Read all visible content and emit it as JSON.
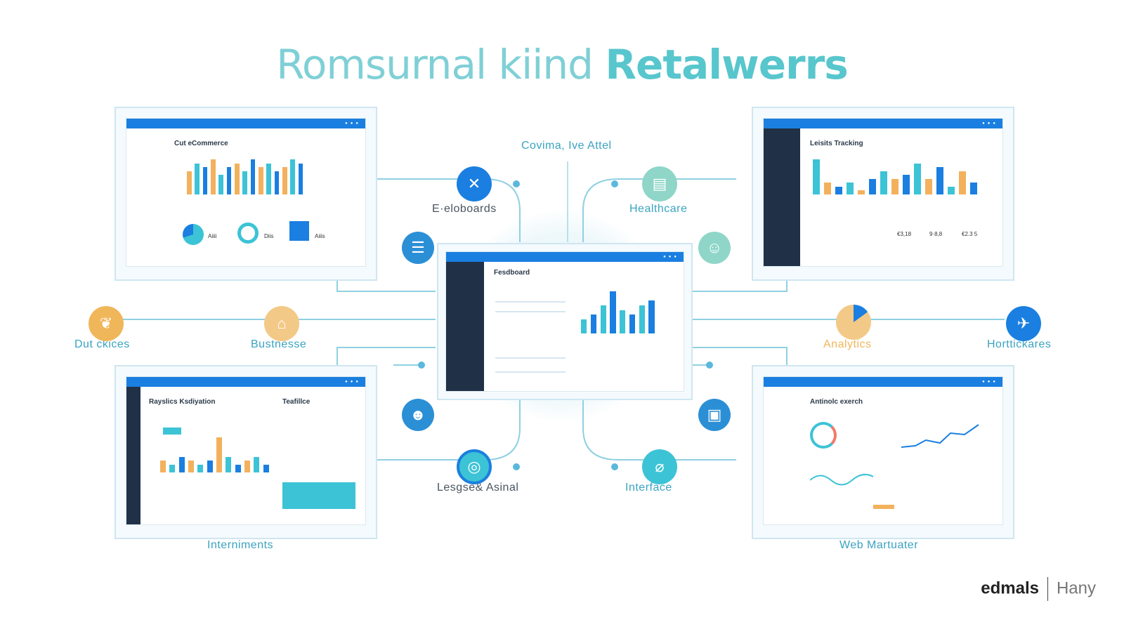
{
  "title": {
    "part1": "Romsurnal kiind ",
    "part2": "Retalwerrs"
  },
  "labels": {
    "top_center": "Covima, Ive Attel",
    "eleoboards": "E·eloboards",
    "healthcare": "Healthcare",
    "dut_ckices": "Dut ckices",
    "businesse": "Bustnesse",
    "analytics": "Analytics",
    "hortickares": "Horttickares",
    "lesgse_asinal": "Lesgse& Asinal",
    "interface": "Interface",
    "interniments": "Interniments",
    "web_martuater": "Web Martuater"
  },
  "windows": {
    "top_left": {
      "title": "Cut eCommerce",
      "stats": [
        "Aiiii",
        "Diis",
        "Aiiis"
      ]
    },
    "top_right": {
      "title": "Leisits Tracking",
      "stats": [
        "€3,18",
        "9·8,8",
        "€2.3 5"
      ]
    },
    "center": {
      "title": "Fesdboard"
    },
    "bottom_left": {
      "title": "Rayslics Ksdiyation",
      "side_title": "Teafillce"
    },
    "bottom_right": {
      "title": "Antinolc exerch"
    }
  },
  "brand": {
    "part1": "edmals",
    "part2": "Hany"
  },
  "colors": {
    "blue": "#1a7fe0",
    "teal": "#3cc3d6",
    "orange": "#f0b65a",
    "dark": "#203046"
  },
  "icons": {
    "eleoboards": "tools-icon",
    "healthcare": "clipboard-icon",
    "dut_ckices": "brush-icon",
    "businesse": "dome-icon",
    "analytics": "pie-chart-icon",
    "hortickares": "airplane-icon",
    "lesgse": "gauge-icon",
    "interface": "compass-icon"
  },
  "chart_data": [
    {
      "type": "bar",
      "title": "Cut eCommerce",
      "series": [
        {
          "values": [
            6,
            8,
            7,
            9,
            5,
            7,
            8,
            6,
            9,
            7,
            8,
            6,
            7,
            9,
            8
          ]
        }
      ]
    },
    {
      "type": "bar",
      "title": "Leisits Tracking",
      "series": [
        {
          "values": [
            9,
            3,
            2,
            3,
            1,
            4,
            6,
            4,
            5,
            8,
            4,
            7,
            2,
            6,
            3
          ]
        }
      ]
    },
    {
      "type": "bar",
      "title": "Fesdboard",
      "series": [
        {
          "values": [
            3,
            4,
            6,
            9,
            5,
            4,
            6,
            7
          ]
        }
      ]
    },
    {
      "type": "bar",
      "title": "Rayslics Ksdiyation",
      "series": [
        {
          "values": [
            3,
            2,
            4,
            3,
            2,
            3,
            9,
            4,
            2,
            3,
            4,
            2
          ]
        }
      ]
    }
  ]
}
